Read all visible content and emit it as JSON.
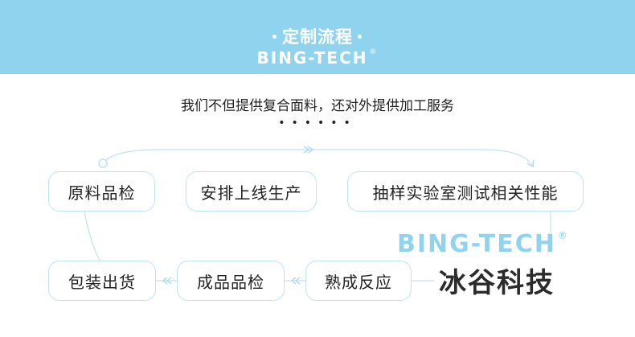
{
  "header": {
    "title": "定制流程",
    "title_dot": "•",
    "brand": "BING-TECH",
    "brand_mark": "®"
  },
  "intro": {
    "subtitle": "我们不但提供复合面料，还对外提供加工服务",
    "dots": "••••••"
  },
  "steps": [
    "原料品检",
    "安排上线生产",
    "抽样实验室测试相关性能",
    "熟成反应",
    "成品品检",
    "包装出货"
  ],
  "watermark": {
    "brand": "BING-TECH",
    "brand_mark": "®",
    "name": "冰谷科技"
  },
  "colors": {
    "accent": "#8fd3ee",
    "line": "#bfe3f2"
  }
}
